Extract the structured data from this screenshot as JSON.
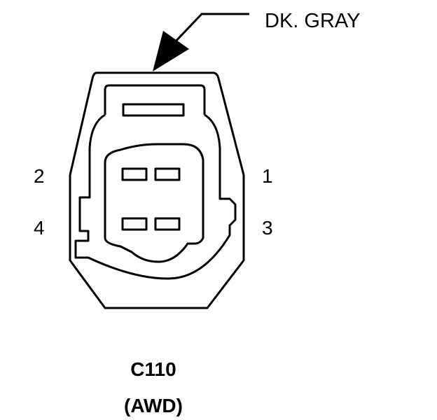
{
  "callout": {
    "color_label": "DK. GRAY"
  },
  "pins": {
    "p1": "1",
    "p2": "2",
    "p3": "3",
    "p4": "4"
  },
  "connector": {
    "id": "C110",
    "variant": "(AWD)"
  },
  "colors": {
    "ink": "#000000",
    "background": "#ffffff"
  }
}
